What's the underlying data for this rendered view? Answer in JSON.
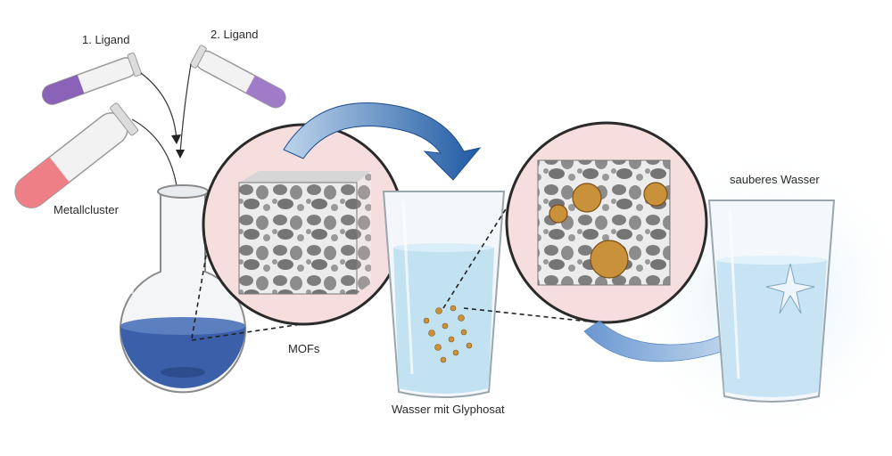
{
  "labels": {
    "ligand1": "1. Ligand",
    "ligand2": "2. Ligand",
    "metal": "Metallcluster",
    "mofs": "MOFs",
    "water_glyphosat": "Wasser mit Glyphosat",
    "clean_water": "sauberes Wasser"
  },
  "colors": {
    "ligand_liquid": "#8a62b8",
    "metal_liquid": "#ee7f86",
    "flask_liquid": "#3b5fa8",
    "arrow_blue": "#2f68ad",
    "circle_bg": "#f7dede",
    "water": "#bcdff0",
    "glyphosate": "#c8913a",
    "mof_gray": "#9a9a9a"
  },
  "icons": [
    "test-tube-icon",
    "flask-icon",
    "glass-icon",
    "sponge-cube-icon",
    "star-sparkle-icon",
    "curved-arrow-icon"
  ]
}
